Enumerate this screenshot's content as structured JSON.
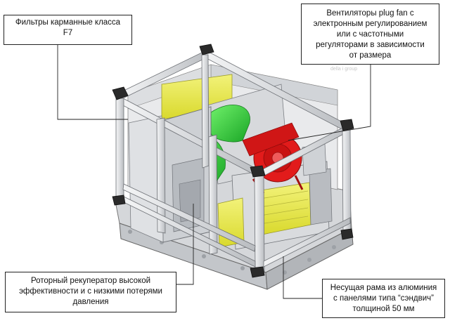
{
  "callouts": {
    "filters": {
      "line1": "Фильтры  карманные класса",
      "line2": "F7"
    },
    "fans": {
      "line1": "Вентиляторы plug fan с",
      "line2": "электронным регулированием",
      "line3": "или с частотными",
      "line4": "регуляторами в зависимости",
      "line5": "от размера"
    },
    "rotor": {
      "line1": "Роторный рекуператор высокой",
      "line2": "эффективности и с низкими потерями",
      "line3": "давления"
    },
    "frame": {
      "line1": "Несущая рама из алюминия",
      "line2": "с панелями типа “сэндвич”",
      "line3": "толщиной 50 мм"
    }
  },
  "watermark": "della i group",
  "colors": {
    "frame": "#e3e5e8",
    "panel": "#cfd2d6",
    "filter": "#e8e84a",
    "fan_green": "#2fcf3a",
    "fan_red": "#e01818",
    "corner": "#2a2a2a"
  }
}
